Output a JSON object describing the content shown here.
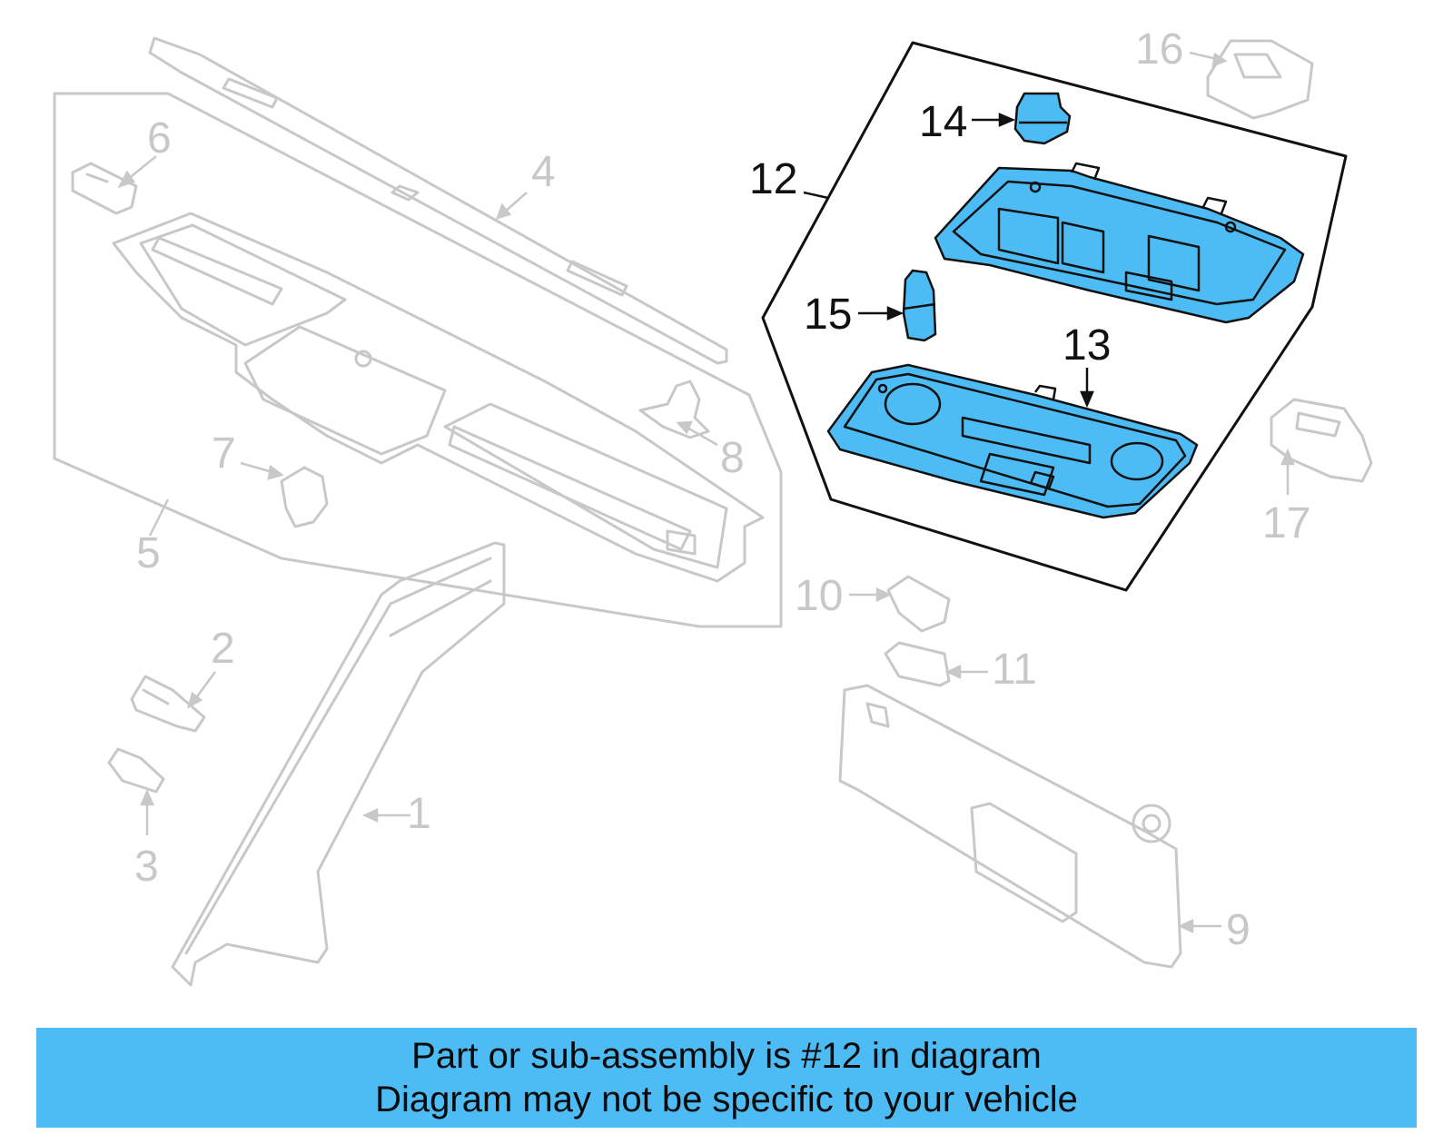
{
  "diagram": {
    "callouts": [
      {
        "id": "1",
        "text": "1"
      },
      {
        "id": "2",
        "text": "2"
      },
      {
        "id": "3",
        "text": "3"
      },
      {
        "id": "4",
        "text": "4"
      },
      {
        "id": "5",
        "text": "5"
      },
      {
        "id": "6",
        "text": "6"
      },
      {
        "id": "7",
        "text": "7"
      },
      {
        "id": "8",
        "text": "8"
      },
      {
        "id": "9",
        "text": "9"
      },
      {
        "id": "10",
        "text": "10"
      },
      {
        "id": "11",
        "text": "11"
      },
      {
        "id": "12",
        "text": "12"
      },
      {
        "id": "13",
        "text": "13"
      },
      {
        "id": "14",
        "text": "14"
      },
      {
        "id": "15",
        "text": "15"
      },
      {
        "id": "16",
        "text": "16"
      },
      {
        "id": "17",
        "text": "17"
      }
    ],
    "highlighted_part": "12",
    "colors": {
      "highlight": "#4dbbf4",
      "faded": "#c8c8c8",
      "outline": "#111111"
    }
  },
  "banner": {
    "line1": "Part or sub-assembly is #12 in diagram",
    "line2": "Diagram may not be specific to your vehicle"
  }
}
